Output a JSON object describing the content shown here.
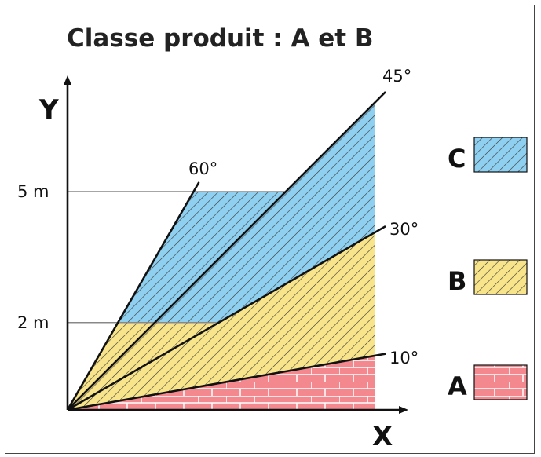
{
  "title": "Classe produit : A et B",
  "axes": {
    "x_label": "X",
    "y_label": "Y"
  },
  "height_ticks": [
    {
      "label": "5 m",
      "value": 5
    },
    {
      "label": "2 m",
      "value": 2
    }
  ],
  "angle_lines": [
    {
      "label": "60°",
      "angle_deg": 60
    },
    {
      "label": "45°",
      "angle_deg": 45
    },
    {
      "label": "30°",
      "angle_deg": 30
    },
    {
      "label": "10°",
      "angle_deg": 10
    }
  ],
  "zones": [
    {
      "letter": "C",
      "color": "#8fcfef",
      "pattern": "diagonal-hatch"
    },
    {
      "letter": "B",
      "color": "#f8e48a",
      "pattern": "diagonal-hatch"
    },
    {
      "letter": "A",
      "color": "#f3898f",
      "pattern": "brick"
    }
  ],
  "colors": {
    "axis": "#111111",
    "hatch": "#333333",
    "brick_line": "#ffffff",
    "guide": "#888888"
  }
}
